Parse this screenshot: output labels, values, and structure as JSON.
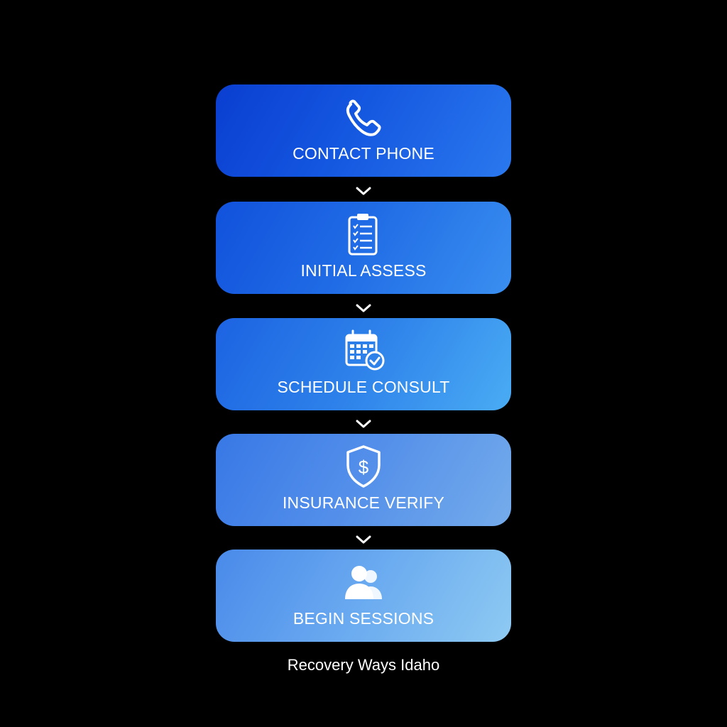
{
  "steps": [
    {
      "label": "CONTACT PHONE",
      "icon": "phone-icon"
    },
    {
      "label": "INITIAL ASSESS",
      "icon": "clipboard-checklist-icon"
    },
    {
      "label": "SCHEDULE CONSULT",
      "icon": "calendar-check-icon"
    },
    {
      "label": "INSURANCE VERIFY",
      "icon": "shield-dollar-icon"
    },
    {
      "label": "BEGIN SESSIONS",
      "icon": "users-icon"
    }
  ],
  "connector_icon": "chevron-down-icon",
  "footer": {
    "text": "Recovery Ways Idaho"
  },
  "colors": {
    "background": "#000000",
    "step_1": "#1457e0",
    "step_2": "#1f6ae5",
    "step_3": "#2e82ea",
    "step_4": "#5490ea",
    "step_5": "#6aaaf0",
    "text": "#ffffff"
  }
}
